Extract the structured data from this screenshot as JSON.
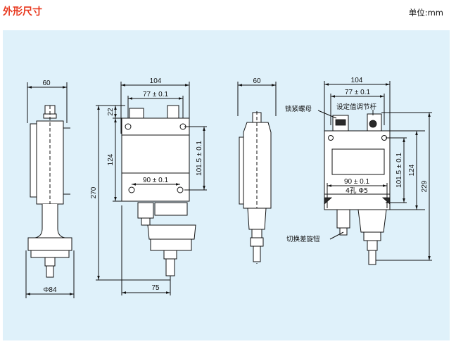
{
  "header": {
    "title": "外形尺寸",
    "unit": "单位:mm"
  },
  "colors": {
    "title": "#e8361c",
    "panel_bg": "#dff1fa",
    "body_fill": "#ffffff",
    "dark_fill": "#2a2a2a",
    "line": "#111111"
  },
  "views": {
    "side_view_1": {
      "width_dim": "60",
      "base_diameter": "Φ84"
    },
    "front_view_1": {
      "overall_width": "104",
      "hole_spacing_top": "77 ± 0.1",
      "top_offset": "22",
      "body_height": "124",
      "hole_spacing_vertical": "101.5 ± 0.1",
      "hole_spacing_bottom": "90 ± 0.1",
      "overall_height": "270",
      "bottom_offset": "75"
    },
    "side_view_2": {
      "width_dim": "60"
    },
    "front_view_2": {
      "overall_width": "104",
      "hole_spacing_top": "77 ± 0.1",
      "hole_spacing_bottom": "90 ± 0.1",
      "holes": "4孔 Φ5",
      "hole_spacing_vertical": "101.5 ± 0.1",
      "body_height": "124",
      "overall_height": "229",
      "callout_lock_nut": "锁紧螺母",
      "callout_setpoint_rod": "设定值调节杆",
      "callout_diff_knob": "切换差旋钮"
    }
  }
}
